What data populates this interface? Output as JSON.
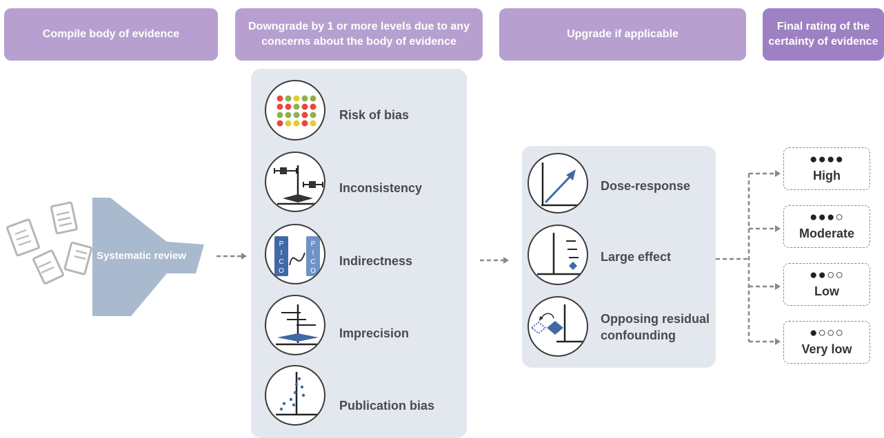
{
  "headers": {
    "compile": "Compile body of evidence",
    "downgrade": "Downgrade by 1 or more levels due to any concerns about the body of evidence",
    "upgrade": "Upgrade if applicable",
    "final": "Final rating of the certainty of evidence"
  },
  "funnel_label": "Systematic review",
  "downgrade_items": [
    {
      "label": "Risk of bias",
      "icon": "risk-of-bias-grid"
    },
    {
      "label": "Inconsistency",
      "icon": "forest-plot-inconsistent"
    },
    {
      "label": "Indirectness",
      "icon": "pico-comparison"
    },
    {
      "label": "Imprecision",
      "icon": "forest-plot-wide"
    },
    {
      "label": "Publication bias",
      "icon": "funnel-plot"
    }
  ],
  "upgrade_items": [
    {
      "label": "Dose-response",
      "icon": "rising-arrow"
    },
    {
      "label": "Large effect",
      "icon": "large-effect-plot"
    },
    {
      "label": "Opposing residual confounding",
      "icon": "shifted-estimate"
    }
  ],
  "pico_letters": [
    "P",
    "I",
    "C",
    "O"
  ],
  "ratings": [
    {
      "dots": "●●●●",
      "label": "High"
    },
    {
      "dots": "●●●○",
      "label": "Moderate"
    },
    {
      "dots": "●●○○",
      "label": "Low"
    },
    {
      "dots": "●○○○",
      "label": "Very low"
    }
  ],
  "colors": {
    "header": "#b7a0cf",
    "header_final": "#9d81c2",
    "panel": "#e3e8ef",
    "funnel": "#a9b9ce",
    "icon_blue": "#3f6aa6",
    "red": "#e8483f",
    "green": "#8fb04d",
    "yellow": "#e3cd2b"
  }
}
